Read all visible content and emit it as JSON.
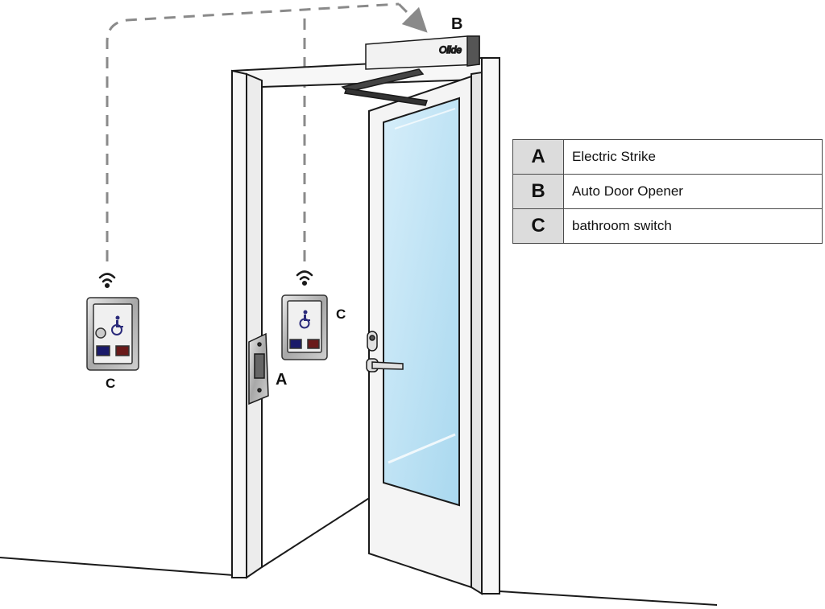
{
  "brand_text": "Olide",
  "labels": {
    "strike": "A",
    "opener": "B",
    "switch_inside": "C",
    "switch_outside": "C"
  },
  "legend": [
    {
      "key": "A",
      "text": "Electric Strike"
    },
    {
      "key": "B",
      "text": "Auto Door Opener"
    },
    {
      "key": "C",
      "text": "bathroom switch"
    }
  ],
  "colors": {
    "line": "#1a1a1a",
    "dashed_signal": "#8a8a8a",
    "glass": "#bfe4f5",
    "switch_body": "#b5b5b5",
    "legend_key_bg": "#dcdcdc"
  },
  "icons": [
    "wifi-signal-icon",
    "wheelchair-accessibility-icon"
  ]
}
